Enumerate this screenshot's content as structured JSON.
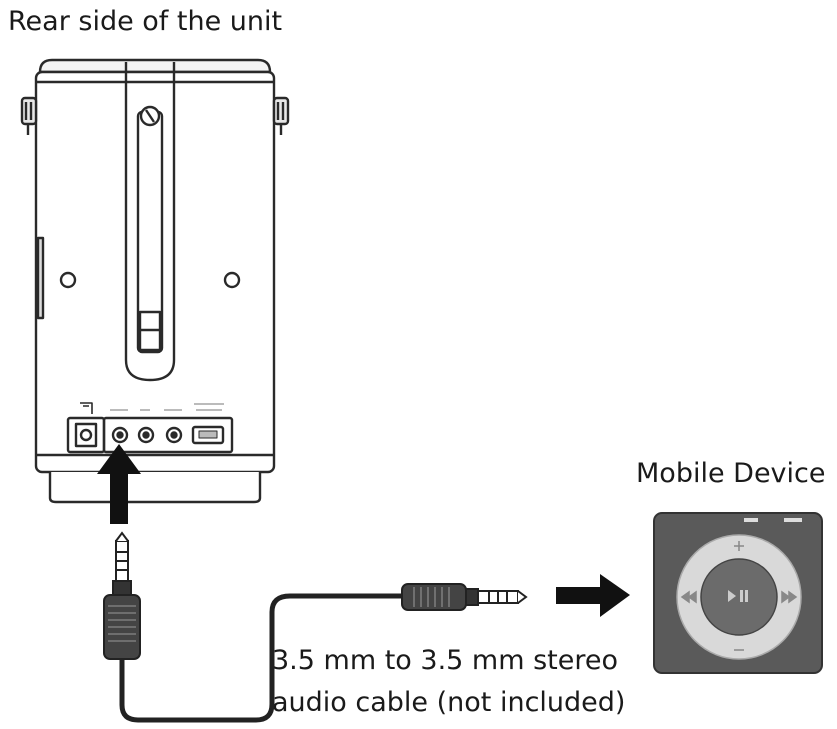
{
  "labels": {
    "rear_side": "Rear side of the unit",
    "mobile_device": "Mobile Device",
    "cable_line1": "3.5 mm to 3.5 mm stereo",
    "cable_line2": "audio cable (not included)"
  },
  "colors": {
    "outline": "#2a2a2a",
    "arrow": "#111111",
    "device_body": "#5a5a5a",
    "device_wheel": "#d9d9d9",
    "device_center": "#6b6b6b"
  }
}
